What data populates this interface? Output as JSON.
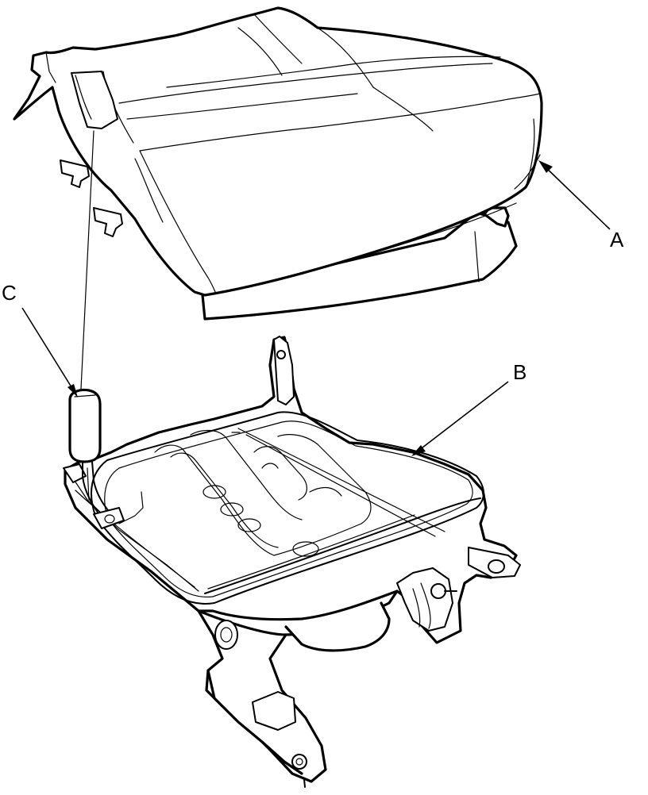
{
  "labels": {
    "a": "A",
    "b": "B",
    "c": "C"
  },
  "parts": [
    {
      "key": "a",
      "part": "seat-cushion-cover"
    },
    {
      "key": "b",
      "part": "seat-frame"
    },
    {
      "key": "c",
      "part": "seat-belt-buckle"
    }
  ]
}
